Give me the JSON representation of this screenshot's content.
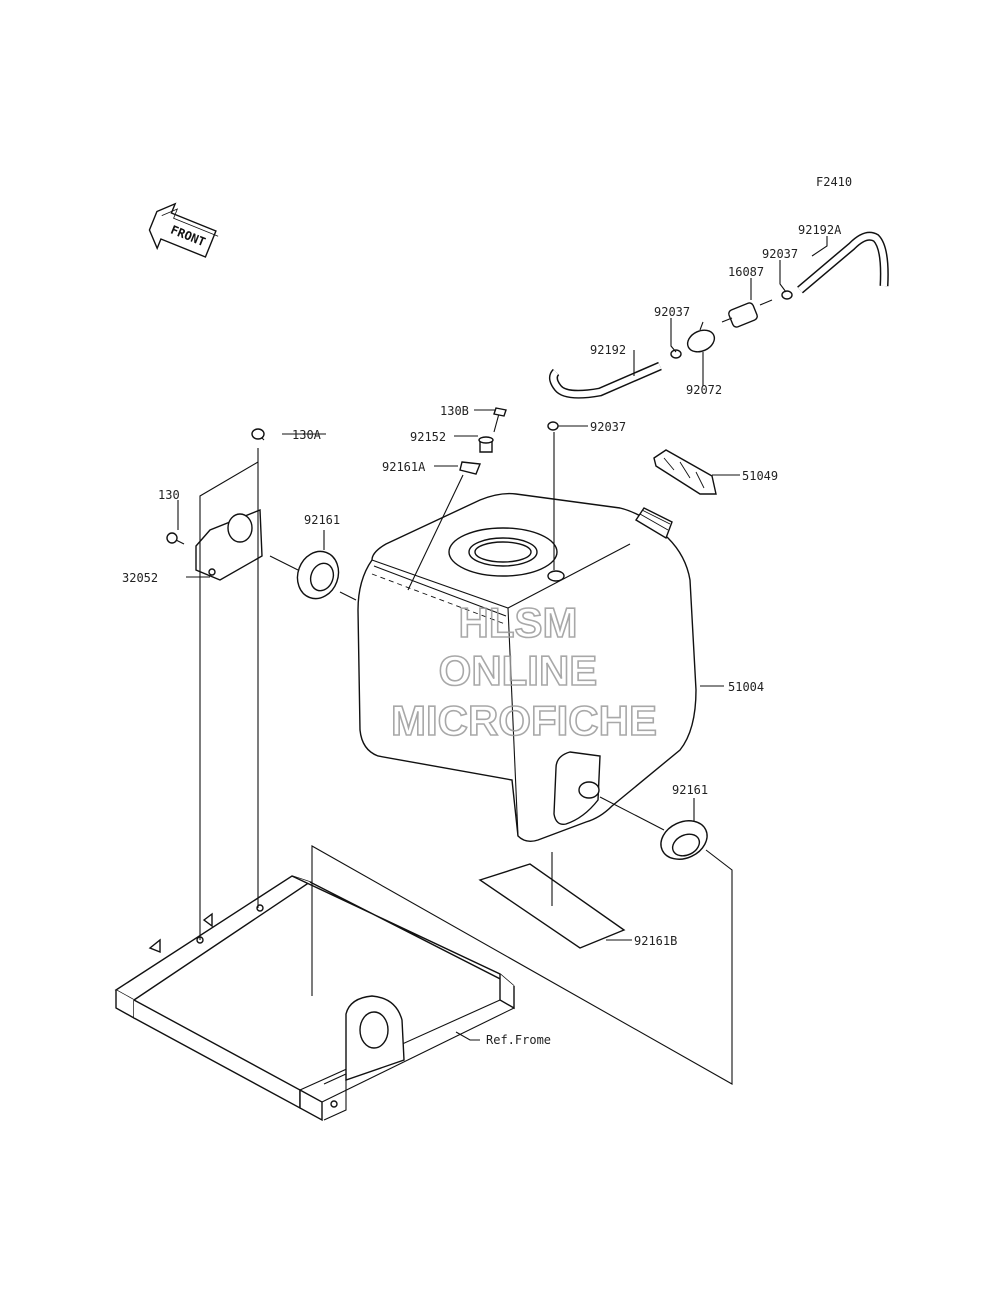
{
  "figure_code": "F2410",
  "front_marker": "FRONT",
  "watermark": {
    "line1": "HLSM",
    "line2": "ONLINE",
    "line3": "MICROFICHE"
  },
  "callouts": {
    "hose_upper_a": "92192A",
    "clamp_upper": "92037",
    "filter": "16087",
    "clamp_mid": "92037",
    "hose_upper": "92192",
    "holder": "92072",
    "bolt_130b": "130B",
    "clamp_low": "92037",
    "collar": "92152",
    "grommet_a": "92161A",
    "cap": "51049",
    "bolt_130a": "130A",
    "bolt_130": "130",
    "grommet_left": "92161",
    "bracket": "32052",
    "tank": "51004",
    "grommet_right": "92161",
    "pad": "92161B",
    "frame_ref": "Ref.Frome"
  }
}
